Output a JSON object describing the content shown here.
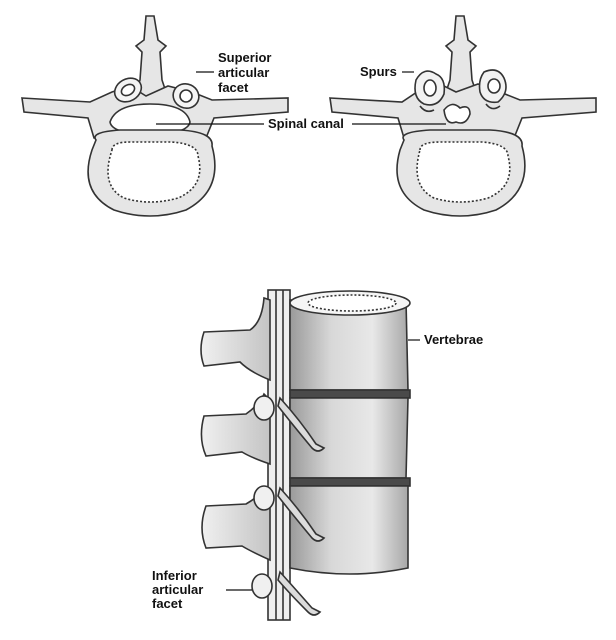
{
  "labels": {
    "superior_articular_facet": [
      "Superior",
      "articular",
      "facet"
    ],
    "spurs": "Spurs",
    "spinal_canal": "Spinal canal",
    "vertebrae": "Vertebrae",
    "inferior_articular_facet": [
      "Inferior",
      "articular",
      "facet"
    ]
  },
  "colors": {
    "line": "#333333",
    "bone": "#e6e6e6",
    "bone_shadow": "#bdbdbd",
    "disc_band": "#4a4a4a",
    "background": "#ffffff"
  }
}
